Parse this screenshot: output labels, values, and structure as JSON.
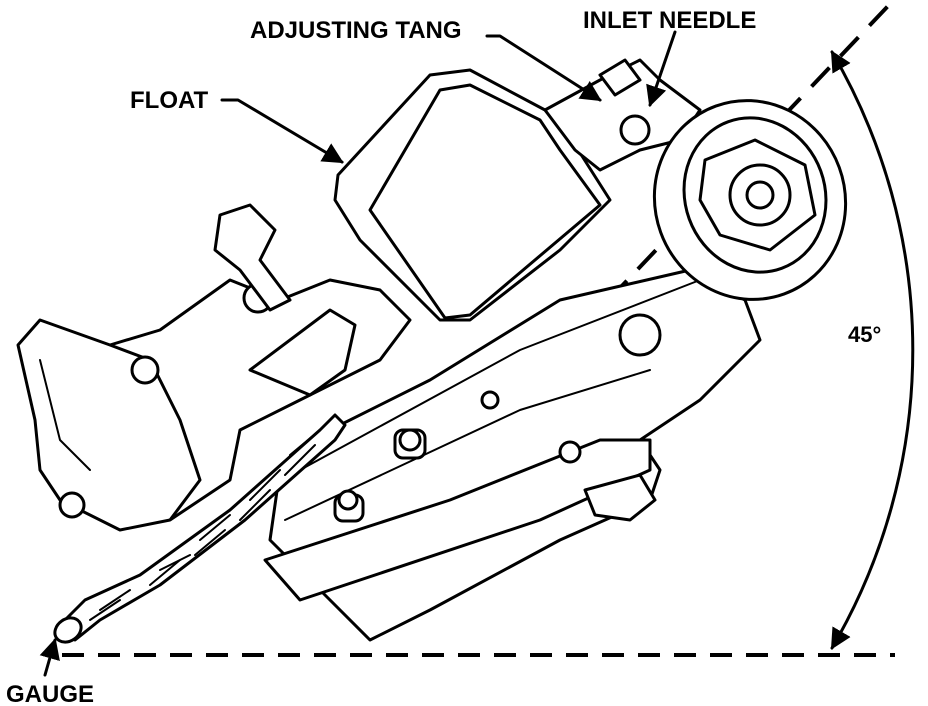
{
  "labels": {
    "adjusting_tang": "ADJUSTING TANG",
    "inlet_needle": "INLET NEEDLE",
    "float": "FLOAT",
    "angle": "45°",
    "gauge": "GAUGE"
  },
  "colors": {
    "ink": "#000000",
    "paper": "#ffffff"
  }
}
